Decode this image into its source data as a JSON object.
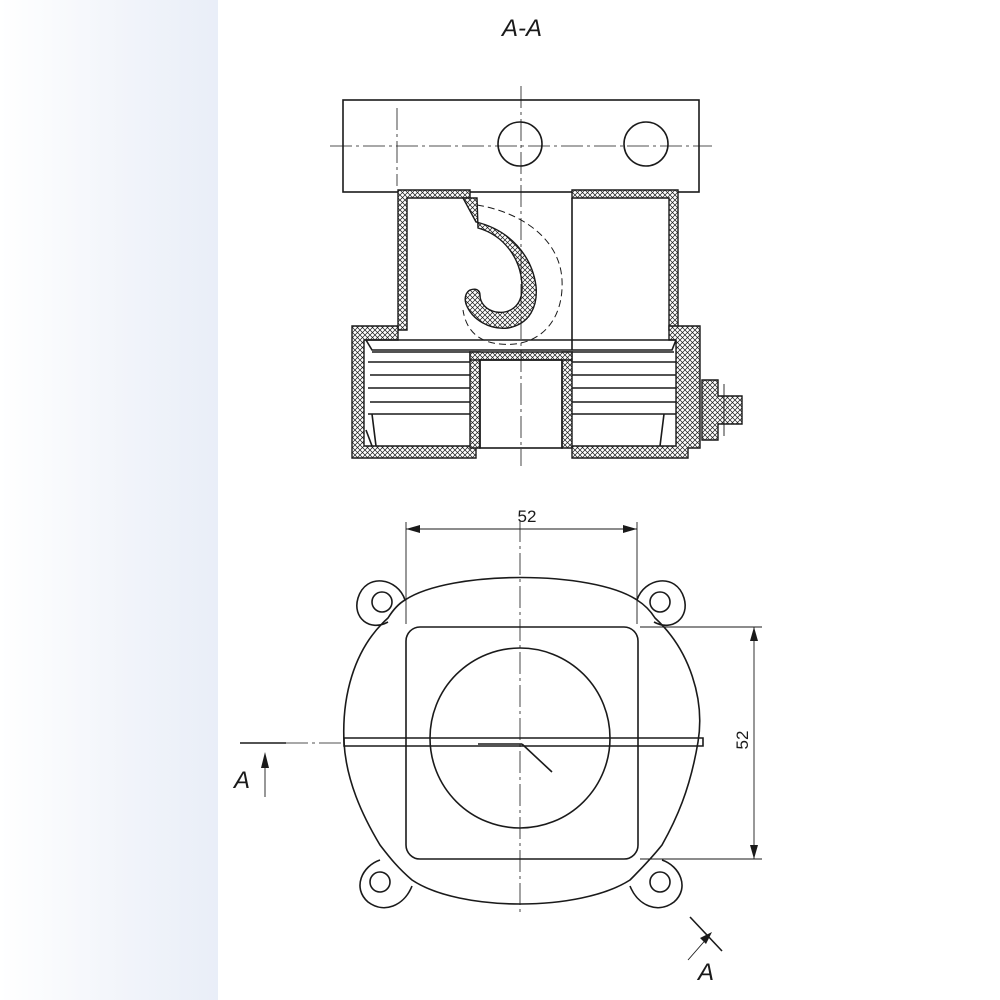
{
  "drawing": {
    "section_title": "A-A",
    "section_marker_left": "A",
    "section_marker_right": "A",
    "dimension_width": "52",
    "dimension_height": "52"
  },
  "colors": {
    "line": "#1a1a1a",
    "background": "#ffffff",
    "side_strip": "#e9eef8"
  }
}
